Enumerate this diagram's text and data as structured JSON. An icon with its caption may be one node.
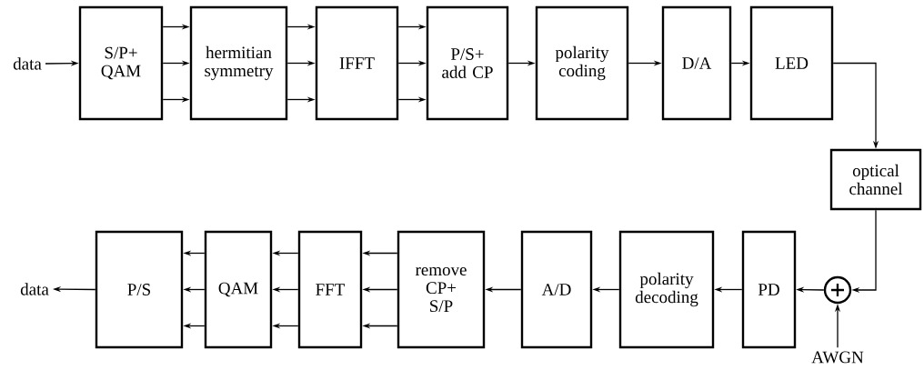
{
  "diagram": {
    "nodes": [
      {
        "text": [
          "data"
        ]
      },
      {
        "text": [
          "S/P+ QAM"
        ]
      },
      {
        "text": [
          "hermitian symmetry"
        ]
      },
      {
        "text": [
          "IFFT"
        ]
      },
      {
        "text": [
          "P/S+ add CP"
        ]
      },
      {
        "text": [
          "polarity coding"
        ]
      },
      {
        "text": [
          "D/A"
        ]
      },
      {
        "text": [
          "LED"
        ]
      },
      {
        "text": [
          "optical channel"
        ]
      },
      {
        "text": [],
        "shape": "circle"
      },
      {
        "text": [
          "PD"
        ]
      },
      {
        "text": [
          "polarity decoding"
        ]
      },
      {
        "text": [
          "A/D"
        ]
      },
      {
        "text": [
          "remove CP+ S/P"
        ]
      },
      {
        "text": [
          "FFT"
        ]
      },
      {
        "text": [
          "QAM"
        ]
      },
      {
        "text": [
          "P/S"
        ]
      },
      {
        "text": [
          "data"
        ]
      },
      {
        "text": [
          "AWGN"
        ]
      }
    ],
    "edges": [
      {
        "from": 0,
        "to": 1,
        "arrow": "to"
      },
      {
        "from": 1,
        "to": 2,
        "arrow": "to"
      },
      {
        "from": 1,
        "to": 2,
        "arrow": "to"
      },
      {
        "from": 1,
        "to": 2,
        "arrow": "to"
      },
      {
        "from": 2,
        "to": 3,
        "arrow": "to"
      },
      {
        "from": 2,
        "to": 3,
        "arrow": "to"
      },
      {
        "from": 2,
        "to": 3,
        "arrow": "to"
      },
      {
        "from": 3,
        "to": 4,
        "arrow": "to"
      },
      {
        "from": 3,
        "to": 4,
        "arrow": "to"
      },
      {
        "from": 3,
        "to": 4,
        "arrow": "to"
      },
      {
        "from": 4,
        "to": 5,
        "arrow": "to"
      },
      {
        "from": 5,
        "to": 6,
        "arrow": "to"
      },
      {
        "from": 6,
        "to": 7,
        "arrow": "to"
      },
      {
        "from": 7,
        "to": 8,
        "arrow": "to"
      },
      {
        "from": 8,
        "to": 9,
        "arrow": "to"
      },
      {
        "from": 18,
        "to": 9,
        "arrow": "to"
      },
      {
        "from": 9,
        "to": 10,
        "arrow": "to"
      },
      {
        "from": 10,
        "to": 11,
        "arrow": "to"
      },
      {
        "from": 11,
        "to": 12,
        "arrow": "to"
      },
      {
        "from": 12,
        "to": 13,
        "arrow": "to"
      },
      {
        "from": 13,
        "to": 14,
        "arrow": "to"
      },
      {
        "from": 13,
        "to": 14,
        "arrow": "to"
      },
      {
        "from": 13,
        "to": 14,
        "arrow": "to"
      },
      {
        "from": 14,
        "to": 15,
        "arrow": "to"
      },
      {
        "from": 14,
        "to": 15,
        "arrow": "to"
      },
      {
        "from": 14,
        "to": 15,
        "arrow": "to"
      },
      {
        "from": 15,
        "to": 16,
        "arrow": "to"
      },
      {
        "from": 15,
        "to": 16,
        "arrow": "to"
      },
      {
        "from": 15,
        "to": 16,
        "arrow": "to"
      },
      {
        "from": 16,
        "to": 17,
        "arrow": "to"
      }
    ]
  }
}
